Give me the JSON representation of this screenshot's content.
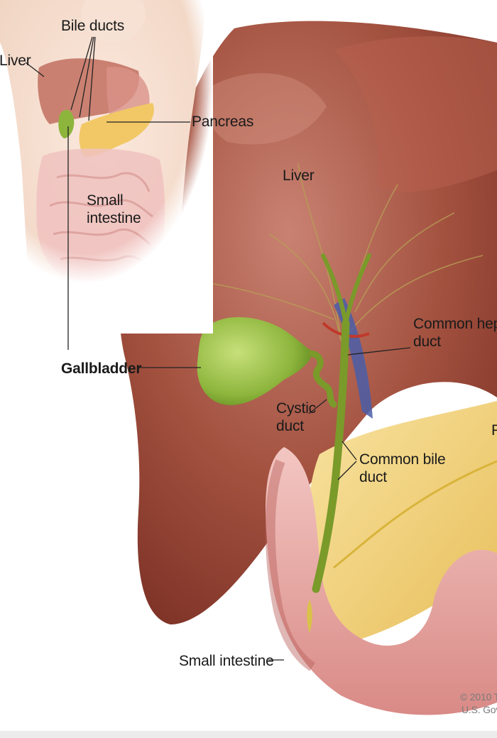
{
  "inset_labels": {
    "liver": "Liver",
    "bile_ducts": "Bile ducts",
    "pancreas": "Pancreas",
    "small_intestine": "Small intestine",
    "gallbladder": "Gallbladder"
  },
  "main_labels": {
    "liver": "Liver",
    "common_hepatic_duct": "Common hepatic duct",
    "cystic_duct": "Cystic duct",
    "common_bile_duct": "Common bile duct",
    "pancreas_partial": "P",
    "small_intestine": "Small intestine"
  },
  "copyright": {
    "line1": "© 2010 T",
    "line2": "U.S. Govt."
  },
  "colors": {
    "liver": "#9e4a3c",
    "gallbladder": "#8fb83a",
    "pancreas": "#f2d27a",
    "intestine": "#e8a9a6",
    "skin": "#f3dccc",
    "duct": "#7a9a2a",
    "vein": "#4a5ea8",
    "artery": "#c0392b"
  }
}
